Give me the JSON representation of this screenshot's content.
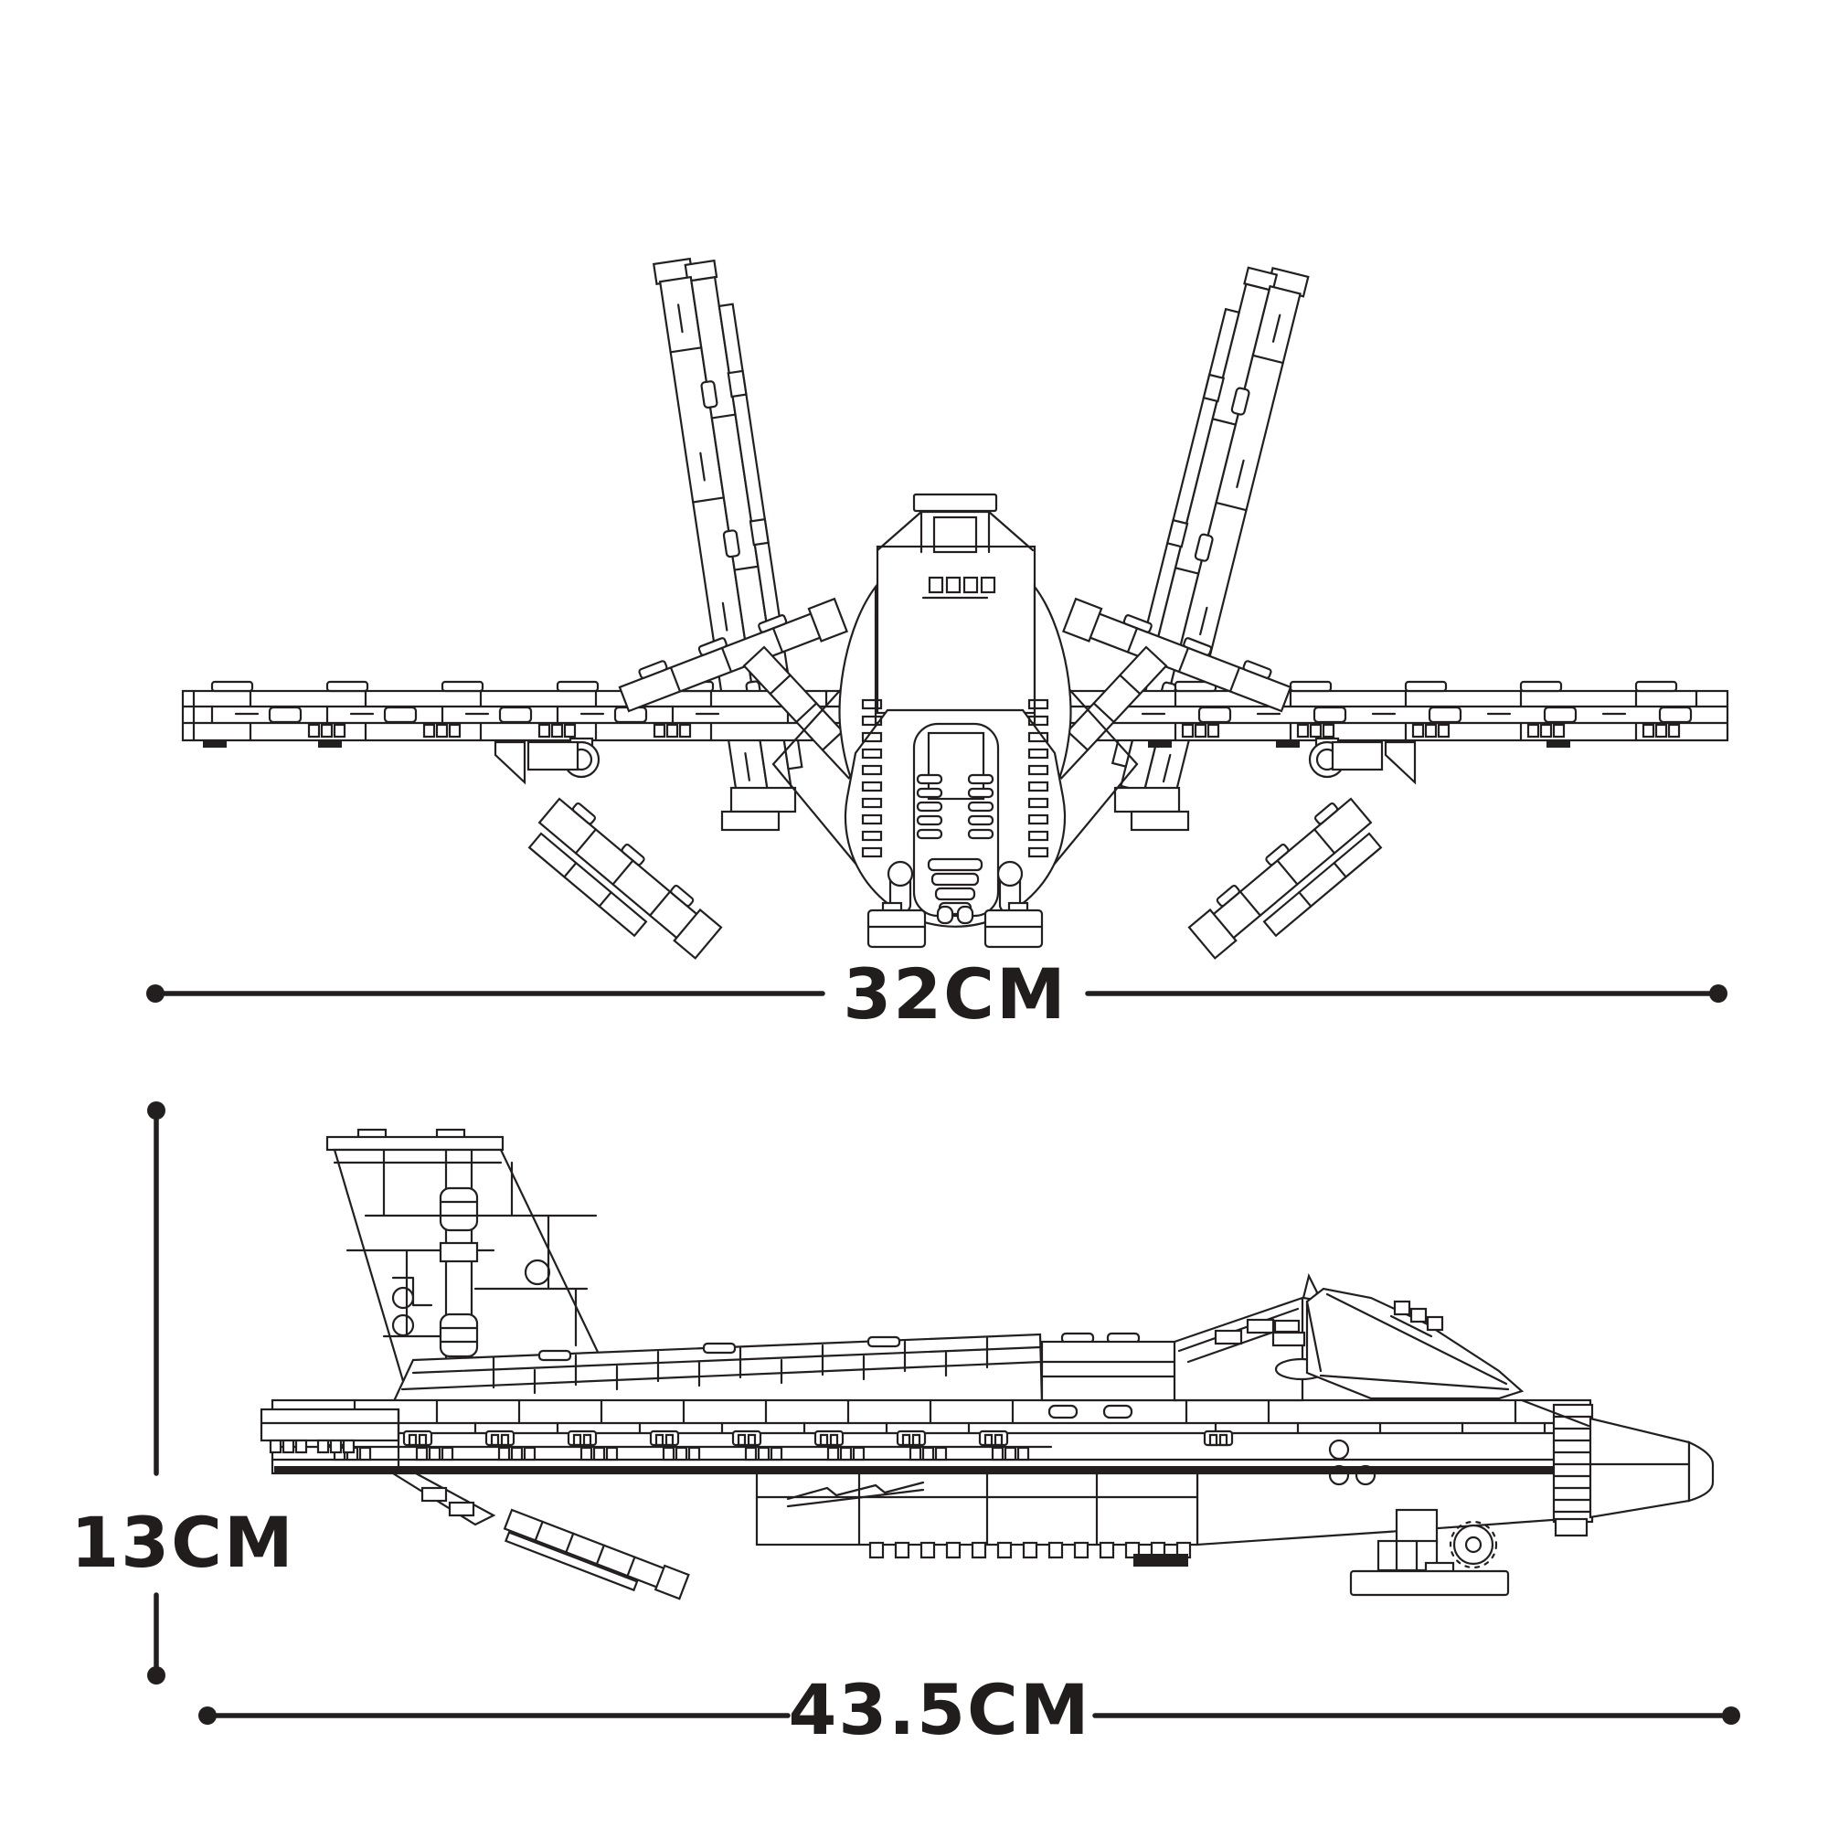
{
  "style": {
    "background": "#ffffff",
    "ink": "#231f1e"
  },
  "diagram": {
    "subject": "brick-built-fighter-jet-blueprint",
    "views": [
      {
        "id": "front-view",
        "description": "front view with raised V-tails, wings and landing gear"
      },
      {
        "id": "side-view",
        "description": "side view facing right with tail fin, canopy, nose and landing gear"
      }
    ],
    "dimensions": {
      "wingspan": {
        "label": "32CM",
        "value": 32,
        "unit": "CM",
        "orientation": "horizontal"
      },
      "height": {
        "label": "13CM",
        "value": 13,
        "unit": "CM",
        "orientation": "vertical"
      },
      "length": {
        "label": "43.5CM",
        "value": 43.5,
        "unit": "CM",
        "orientation": "horizontal"
      }
    }
  }
}
